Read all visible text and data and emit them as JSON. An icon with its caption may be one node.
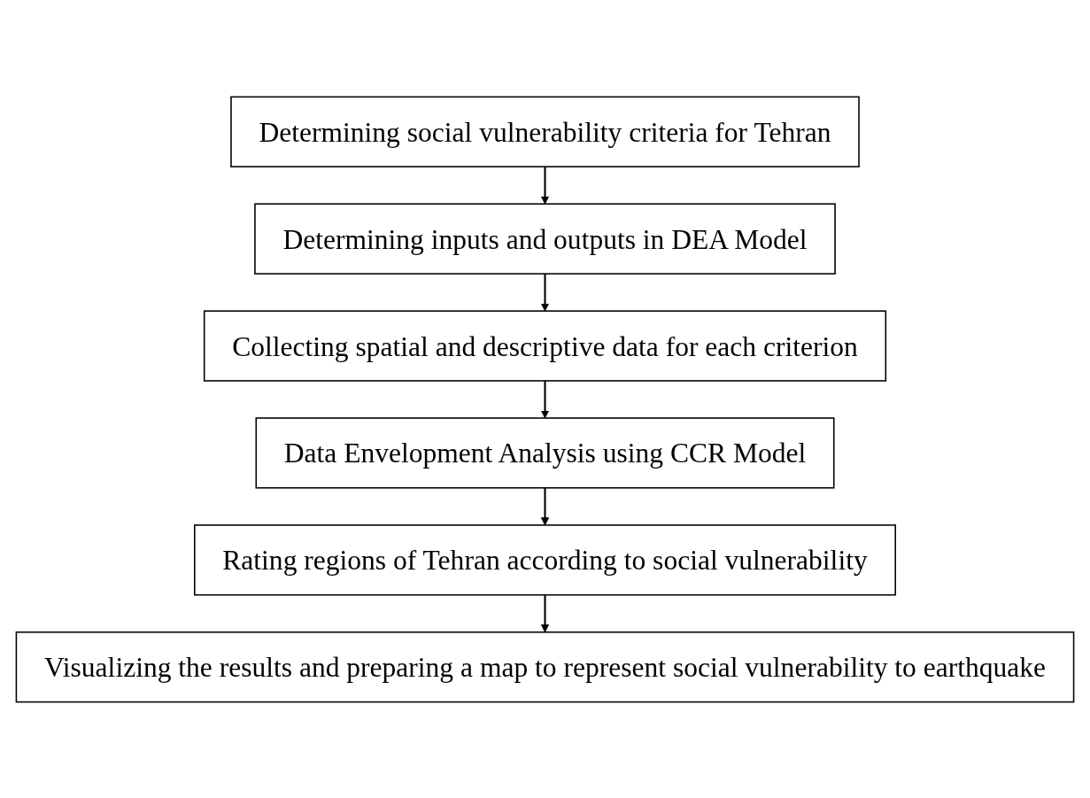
{
  "diagram": {
    "nodes": [
      {
        "text": [
          "Determining social vulnerability criteria for Tehran"
        ]
      },
      {
        "text": [
          "Determining inputs and outputs in DEA Model"
        ]
      },
      {
        "text": [
          "Collecting spatial and descriptive data for each criterion"
        ]
      },
      {
        "text": [
          "Data Envelopment Analysis using CCR Model"
        ]
      },
      {
        "text": [
          "Rating regions of Tehran according to social vulnerability"
        ]
      },
      {
        "text": [
          "Visualizing the results and preparing a map to represent social vulnerability to earthquake"
        ]
      }
    ],
    "edges": [
      {
        "from": 0,
        "to": 1,
        "arrow": "to"
      },
      {
        "from": 1,
        "to": 2,
        "arrow": "to"
      },
      {
        "from": 2,
        "to": 3,
        "arrow": "to"
      },
      {
        "from": 3,
        "to": 4,
        "arrow": "to"
      },
      {
        "from": 4,
        "to": 5,
        "arrow": "to"
      }
    ]
  }
}
